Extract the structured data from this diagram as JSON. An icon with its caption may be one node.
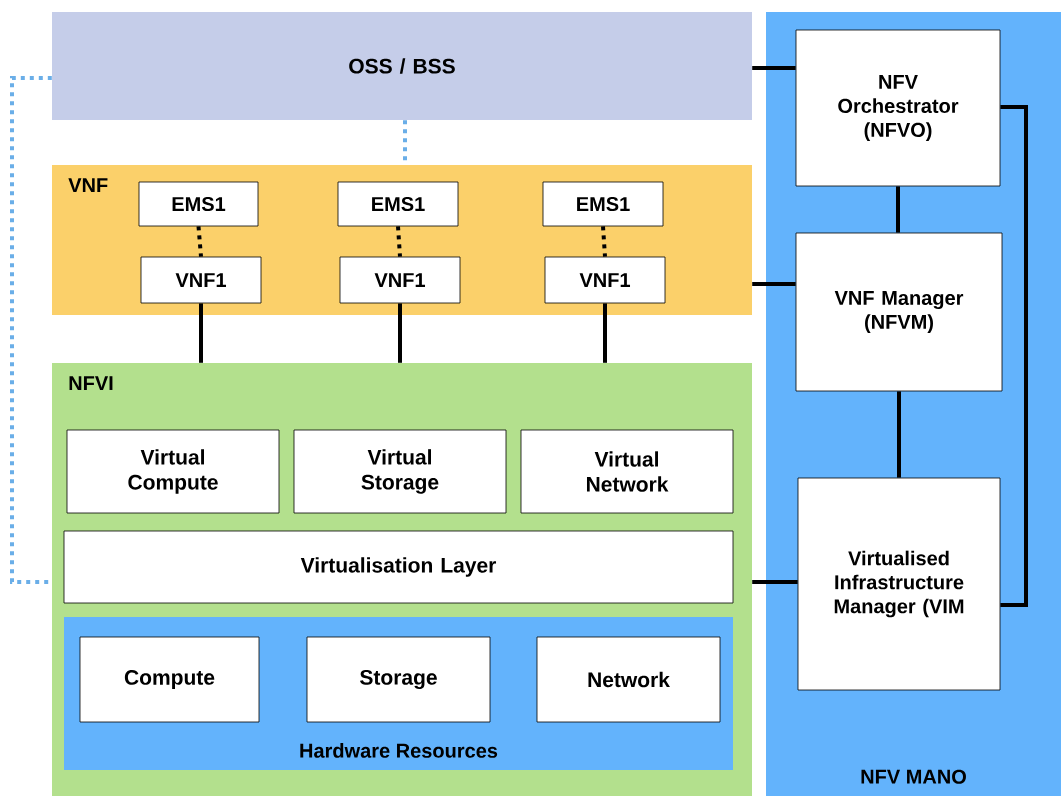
{
  "diagram": {
    "nodes": [
      {
        "text": [
          "OSS / BSS"
        ]
      },
      {
        "text": [
          "VNF"
        ]
      },
      {
        "text": [
          "EMS1"
        ],
        "in": 1
      },
      {
        "text": [
          "VNF1"
        ],
        "in": 1
      },
      {
        "text": [
          "EMS1"
        ],
        "in": 1
      },
      {
        "text": [
          "VNF1"
        ],
        "in": 1
      },
      {
        "text": [
          "EMS1"
        ],
        "in": 1
      },
      {
        "text": [
          "VNF1"
        ],
        "in": 1
      },
      {
        "text": [
          "NFVI"
        ]
      },
      {
        "text": [
          "Virtual Compute"
        ],
        "in": 8
      },
      {
        "text": [
          "Virtual Storage"
        ],
        "in": 8
      },
      {
        "text": [
          "Virtual Network"
        ],
        "in": 8
      },
      {
        "text": [
          "Virtualisation Layer"
        ],
        "in": 8
      },
      {
        "text": [
          "Hardware Resources"
        ],
        "in": 8
      },
      {
        "text": [
          "Compute"
        ],
        "in": 13
      },
      {
        "text": [
          "Storage"
        ],
        "in": 13
      },
      {
        "text": [
          "Network"
        ],
        "in": 13
      },
      {
        "text": [
          "NFV MANO"
        ]
      },
      {
        "text": [
          "NFV Orchestrator (NFVO)"
        ],
        "in": 17
      },
      {
        "text": [
          "VNF Manager (NFVM)"
        ],
        "in": 17
      },
      {
        "text": [
          "Virtualised Infrastructure Manager (VIM"
        ],
        "in": 17
      }
    ],
    "edges": [
      {
        "from": 0,
        "to": 1,
        "arrow": "none",
        "style": "dashed",
        "color": "#6aaee8"
      },
      {
        "from": 0,
        "to": 8,
        "arrow": "none",
        "style": "dashed",
        "color": "#6aaee8"
      },
      {
        "from": 2,
        "to": 3,
        "arrow": "none",
        "style": "dashed"
      },
      {
        "from": 4,
        "to": 5,
        "arrow": "none",
        "style": "dashed"
      },
      {
        "from": 6,
        "to": 7,
        "arrow": "none",
        "style": "dashed"
      },
      {
        "from": 3,
        "to": 8,
        "arrow": "none"
      },
      {
        "from": 5,
        "to": 8,
        "arrow": "none"
      },
      {
        "from": 7,
        "to": 8,
        "arrow": "none"
      },
      {
        "from": 0,
        "to": 18,
        "arrow": "none"
      },
      {
        "from": 1,
        "to": 19,
        "arrow": "none"
      },
      {
        "from": 18,
        "to": 19,
        "arrow": "none"
      },
      {
        "from": 19,
        "to": 20,
        "arrow": "none"
      },
      {
        "from": 8,
        "to": 20,
        "arrow": "none"
      },
      {
        "from": 18,
        "to": 20,
        "arrow": "none"
      }
    ]
  }
}
